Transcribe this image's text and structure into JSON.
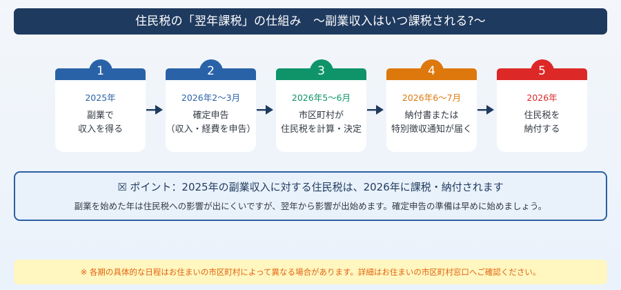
{
  "header": {
    "title": "住民税の「翌年課税」の仕組み　～副業収入はいつ課税される?～"
  },
  "steps": [
    {
      "number": "1",
      "date": "2025年",
      "description": "副業で\n収入を得る",
      "color": "#2a62a8",
      "date_color": "#2a62a8"
    },
    {
      "number": "2",
      "date": "2026年2～3月",
      "description": "確定申告\n（収入・経費を申告）",
      "color": "#2a62a8",
      "date_color": "#2a62a8"
    },
    {
      "number": "3",
      "date": "2026年5～6月",
      "description": "市区町村が\n住民税を計算・決定",
      "color": "#0e9468",
      "date_color": "#0e9468"
    },
    {
      "number": "4",
      "date": "2026年6～7月",
      "description": "納付書または\n特別徴収通知が届く",
      "color": "#dd780c",
      "date_color": "#dd780c"
    },
    {
      "number": "5",
      "date": "2026年",
      "description": "住民税を\n納付する",
      "color": "#dd2828",
      "date_color": "#dd2828"
    }
  ],
  "arrow_color": "#1f3a5f",
  "point": {
    "icon": "ballot-box-x-icon",
    "title": "☒ ポイント：2025年の副業収入に対する住民税は、2026年に課税・納付されます",
    "body": "副業を始めた年は住民税への影響が出にくいですが、翌年から影響が出始めます。確定申告の準備は早めに始めましょう。"
  },
  "note": {
    "text": "※ 各期の具体的な日程はお住まいの市区町村によって異なる場合があります。詳細はお住まいの市区町村窓口へご確認ください。"
  }
}
